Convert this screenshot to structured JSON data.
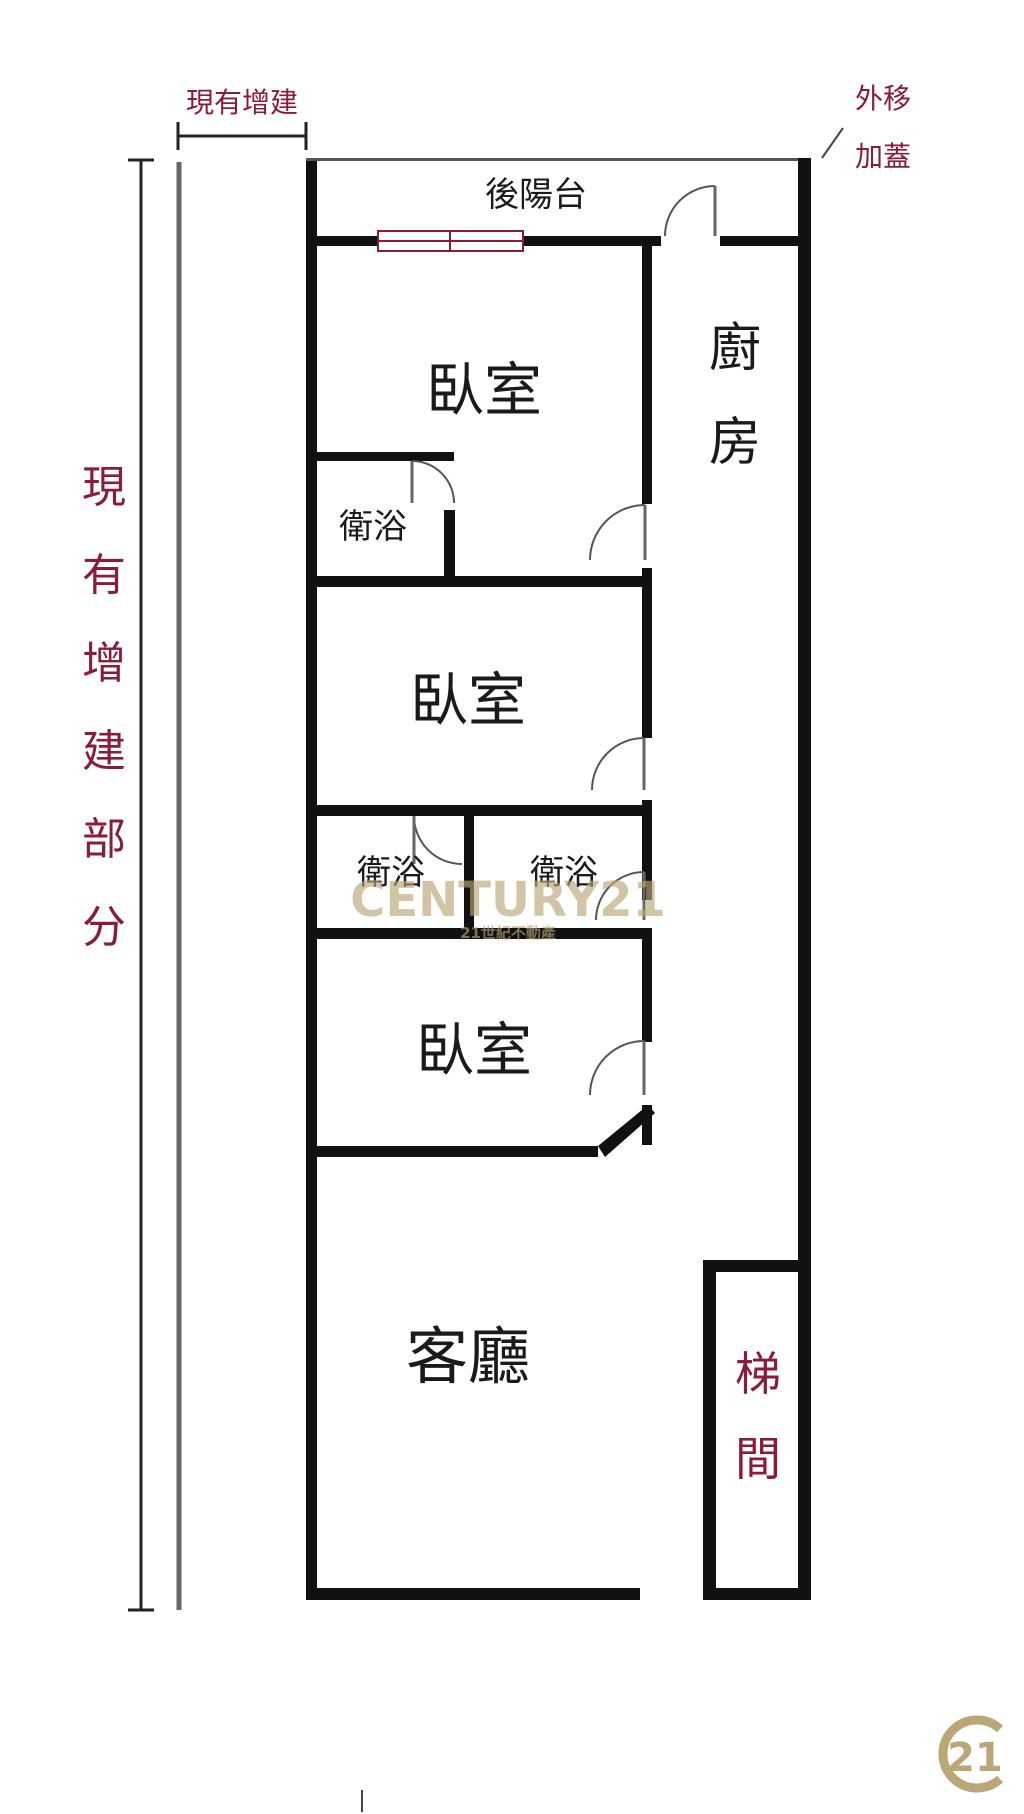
{
  "annotations": {
    "existing_extension_top": "現有增建",
    "existing_extension_side": [
      "現",
      "有",
      "增",
      "建",
      "部",
      "分"
    ],
    "relocated_top": "外移",
    "relocated_bottom": "加蓋"
  },
  "rooms": {
    "rear_balcony": "後陽台",
    "kitchen": [
      "廚",
      "房"
    ],
    "bedroom_1": "臥室",
    "bath_1": "衛浴",
    "bedroom_2": "臥室",
    "bath_2": "衛浴",
    "bath_3": "衛浴",
    "bedroom_3": "臥室",
    "living_room": "客廳",
    "stairwell": [
      "梯",
      "間"
    ]
  },
  "watermark": {
    "brand": "CENTURY21",
    "subtitle": "21世紀不動產",
    "logo_number": "21"
  },
  "colors": {
    "wall": "#111111",
    "annotation": "#8a1c3a",
    "watermark": "#b9a777"
  }
}
